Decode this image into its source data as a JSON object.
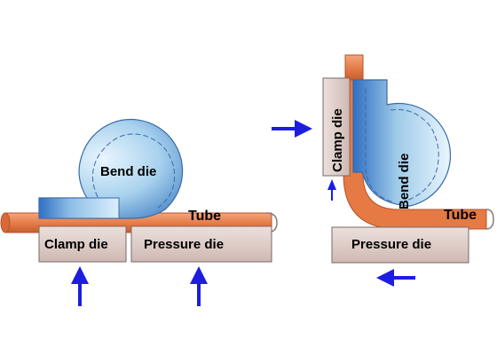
{
  "diagram": {
    "left": {
      "bend_die_label": "Bend die",
      "tube_label": "Tube",
      "clamp_die_label": "Clamp die",
      "pressure_die_label": "Pressure die"
    },
    "right": {
      "clamp_die_label": "Clamp die",
      "bend_die_label": "Bend die",
      "tube_label": "Tube",
      "pressure_die_label": "Pressure die"
    }
  },
  "colors": {
    "tube": "#e67a44",
    "tube_dark": "#b5532a",
    "bend_die": "#9fcbe9",
    "bend_die_edge": "#3b6aa8",
    "die_block": "#dcc8c4",
    "die_block_edge": "#7a6966",
    "arrow": "#1d1de0"
  }
}
